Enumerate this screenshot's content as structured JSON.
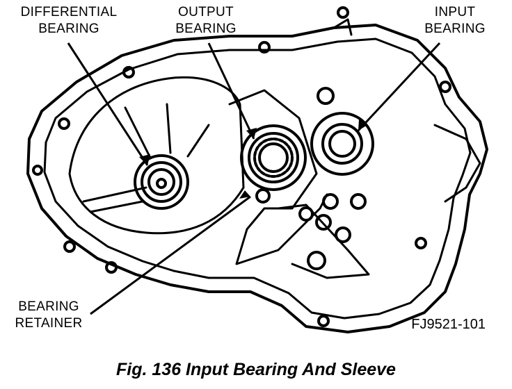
{
  "labels": {
    "differential_bearing": [
      "DIFFERENTIAL",
      "BEARING"
    ],
    "output_bearing": [
      "OUTPUT",
      "BEARING"
    ],
    "input_bearing": [
      "INPUT",
      "BEARING"
    ],
    "bearing_retainer": [
      "BEARING",
      "RETAINER"
    ]
  },
  "figure_code": "FJ9521-101",
  "caption": "Fig. 136 Input Bearing And Sleeve"
}
